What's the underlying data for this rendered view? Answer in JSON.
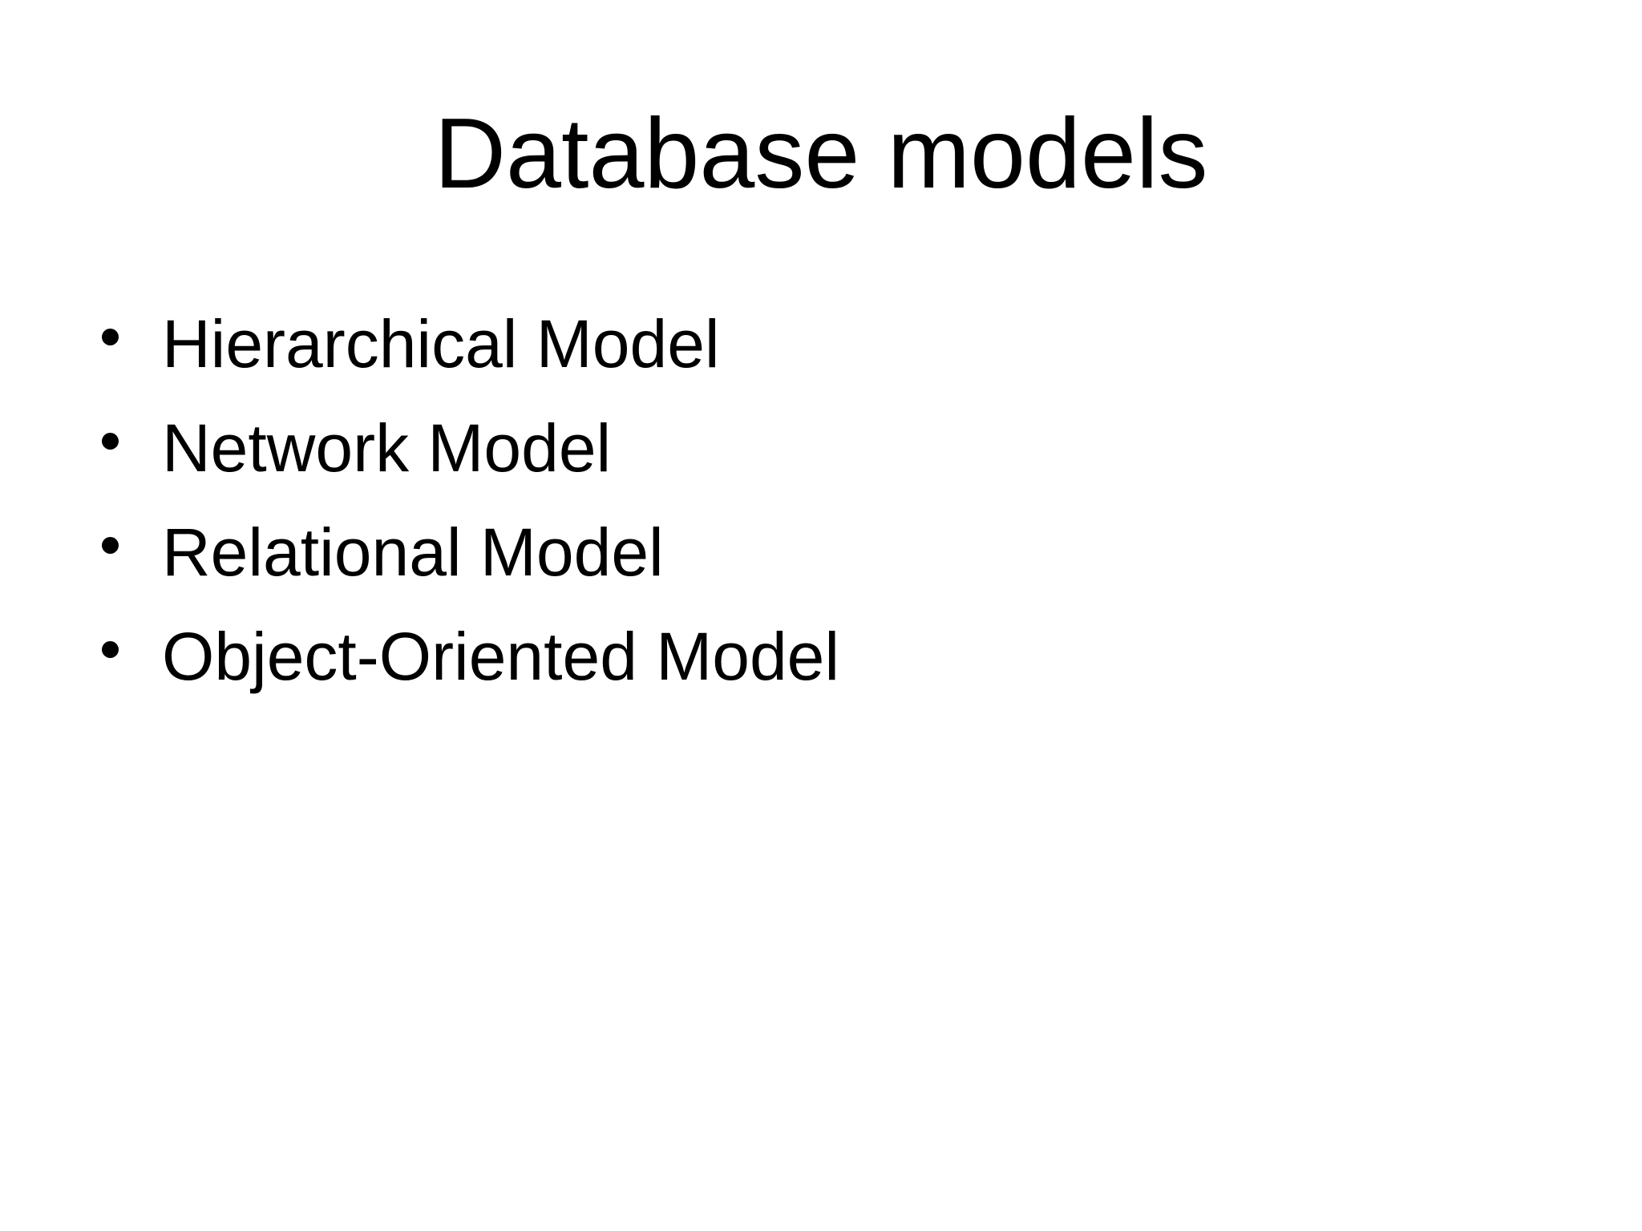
{
  "slide": {
    "title": "Database models",
    "bullets": [
      "Hierarchical Model",
      "Network Model",
      "Relational Model",
      "Object-Oriented Model"
    ],
    "colors": {
      "background": "#ffffff",
      "text": "#000000"
    }
  }
}
